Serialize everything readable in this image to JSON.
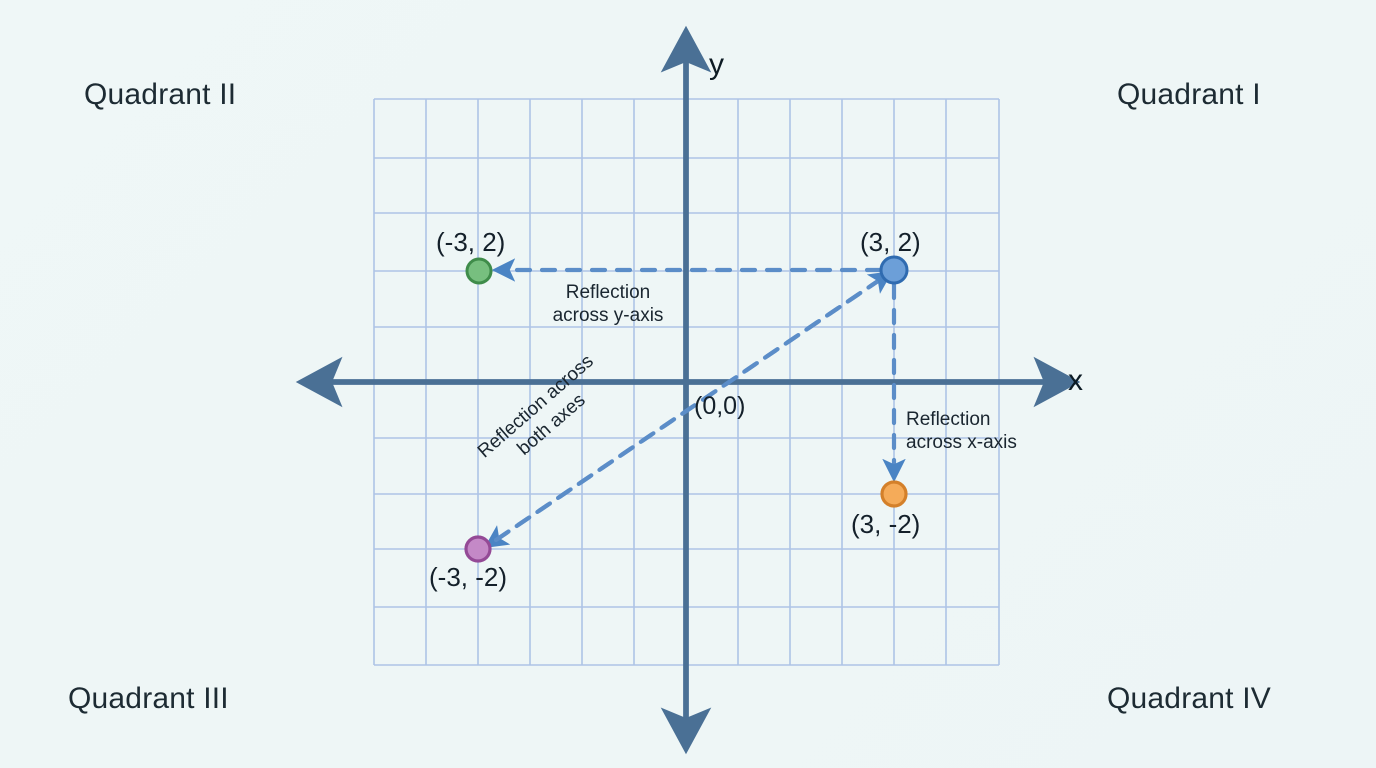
{
  "figure": {
    "background_color": "#eef6f6",
    "grid_color": "#aec4e6",
    "axis_color": "#466a8c",
    "arrow_color": "#5b8dc8"
  },
  "axes": {
    "x_label": "x",
    "y_label": "y",
    "origin_label": "(0,0)"
  },
  "quadrants": [
    {
      "id": "I",
      "label": "Quadrant I"
    },
    {
      "id": "II",
      "label": "Quadrant II"
    },
    {
      "id": "III",
      "label": "Quadrant III"
    },
    {
      "id": "IV",
      "label": "Quadrant IV"
    }
  ],
  "points": [
    {
      "name": "original",
      "label": "(3, 2)",
      "x": 3,
      "y": 2,
      "fill": "#6c9fd8",
      "stroke": "#2f6bb0"
    },
    {
      "name": "reflect-y",
      "label": "(-3, 2)",
      "x": -3,
      "y": 2,
      "fill": "#77bf7f",
      "stroke": "#3f8c4a"
    },
    {
      "name": "reflect-x",
      "label": "(3, -2)",
      "x": 3,
      "y": -2,
      "fill": "#f5ab59",
      "stroke": "#d4802a"
    },
    {
      "name": "reflect-both",
      "label": "(-3, -2)",
      "x": -3,
      "y": -2,
      "fill": "#c489c7",
      "stroke": "#944a96"
    }
  ],
  "annotations": {
    "across_y": {
      "line1": "Reflection",
      "line2": "across y-axis"
    },
    "across_x": {
      "line1": "Reflection",
      "line2": "across x-axis"
    },
    "across_both": {
      "line1": "Reflection across",
      "line2": "both axes"
    }
  },
  "chart_data": {
    "type": "scatter",
    "title": "",
    "xlabel": "x",
    "ylabel": "y",
    "xlim": [
      -6,
      6
    ],
    "ylim": [
      -5.45,
      5.45
    ],
    "grid": true,
    "legend": "none",
    "points": [
      {
        "label": "(3, 2)",
        "x": 3,
        "y": 2,
        "color": "#6c9fd8"
      },
      {
        "label": "(-3, 2)",
        "x": -3,
        "y": 2,
        "color": "#77bf7f"
      },
      {
        "label": "(3, -2)",
        "x": 3,
        "y": -2,
        "color": "#f5ab59"
      },
      {
        "label": "(-3, -2)",
        "x": -3,
        "y": -2,
        "color": "#c489c7"
      }
    ],
    "annotations": [
      {
        "text": "Reflection across y-axis",
        "from": [
          3,
          2
        ],
        "to": [
          -3,
          2
        ]
      },
      {
        "text": "Reflection across x-axis",
        "from": [
          3,
          2
        ],
        "to": [
          3,
          -2
        ]
      },
      {
        "text": "Reflection across both axes",
        "from": [
          3,
          2
        ],
        "to": [
          -3,
          -2
        ]
      },
      {
        "text": "(0,0)",
        "x": 0,
        "y": 0
      }
    ]
  }
}
